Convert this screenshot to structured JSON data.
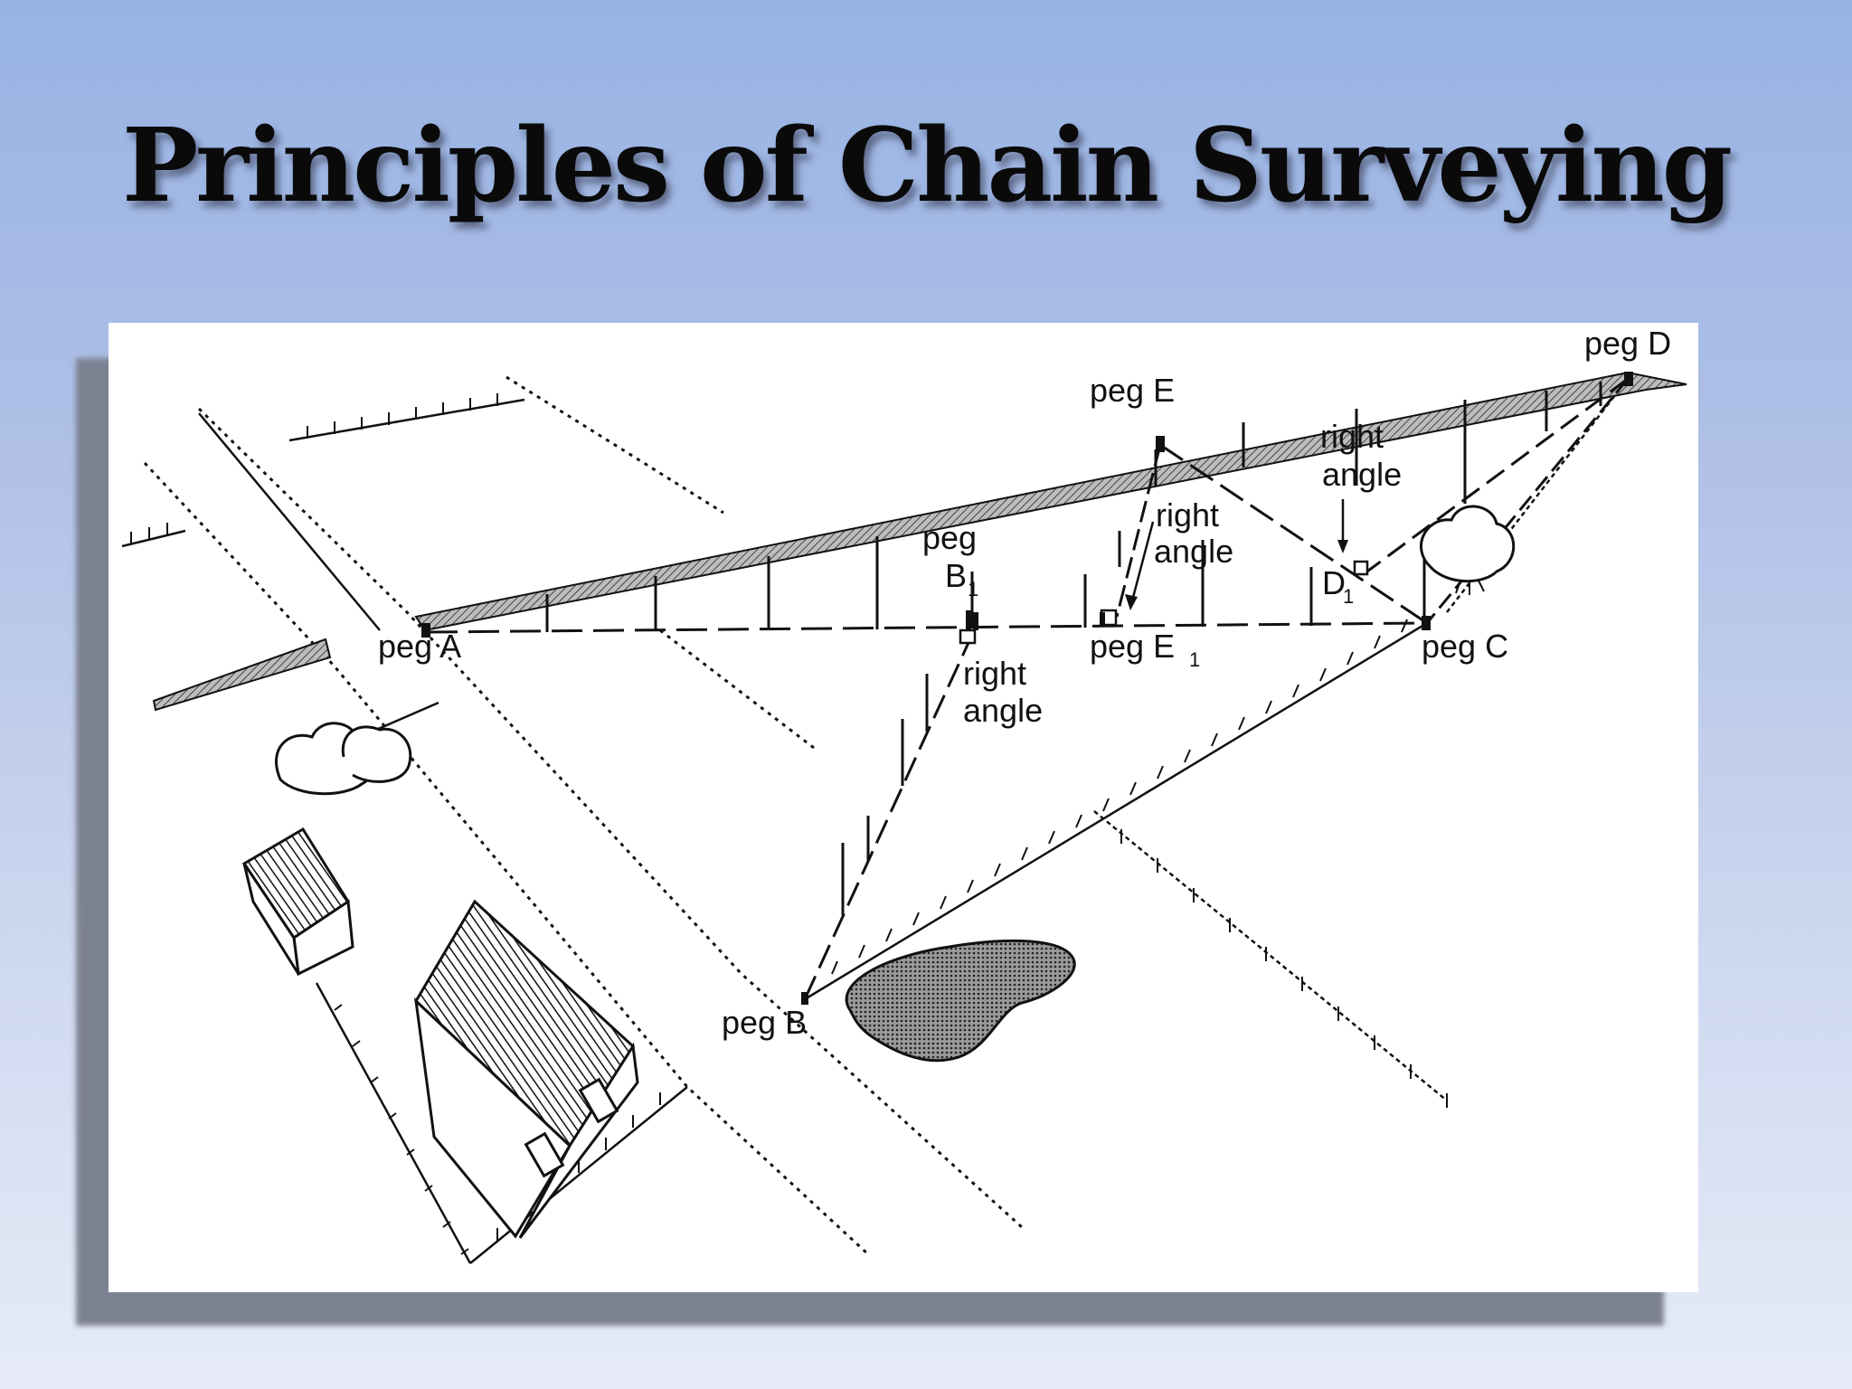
{
  "title": "Principles of Chain Surveying",
  "diagram": {
    "labels": {
      "peg_a": "peg A",
      "peg_b": "peg B",
      "peg_c": "peg C",
      "peg_d": "peg D",
      "peg_e": "peg E",
      "peg_b1_line1": "peg",
      "peg_b1_line2": "B",
      "peg_b1_sub": "1",
      "peg_e1": "peg E",
      "peg_e1_sub": "1",
      "peg_d1": "D",
      "peg_d1_sub": "1",
      "right_angle_1_line1": "right",
      "right_angle_1_line2": "angle",
      "right_angle_2_line1": "right",
      "right_angle_2_line2": "angle",
      "right_angle_3_line1": "right",
      "right_angle_3_line2": "angle"
    },
    "colors": {
      "ink": "#111111",
      "hedge_fill": "#8c8c8c",
      "pond_fill": "#7a7a7a"
    }
  }
}
